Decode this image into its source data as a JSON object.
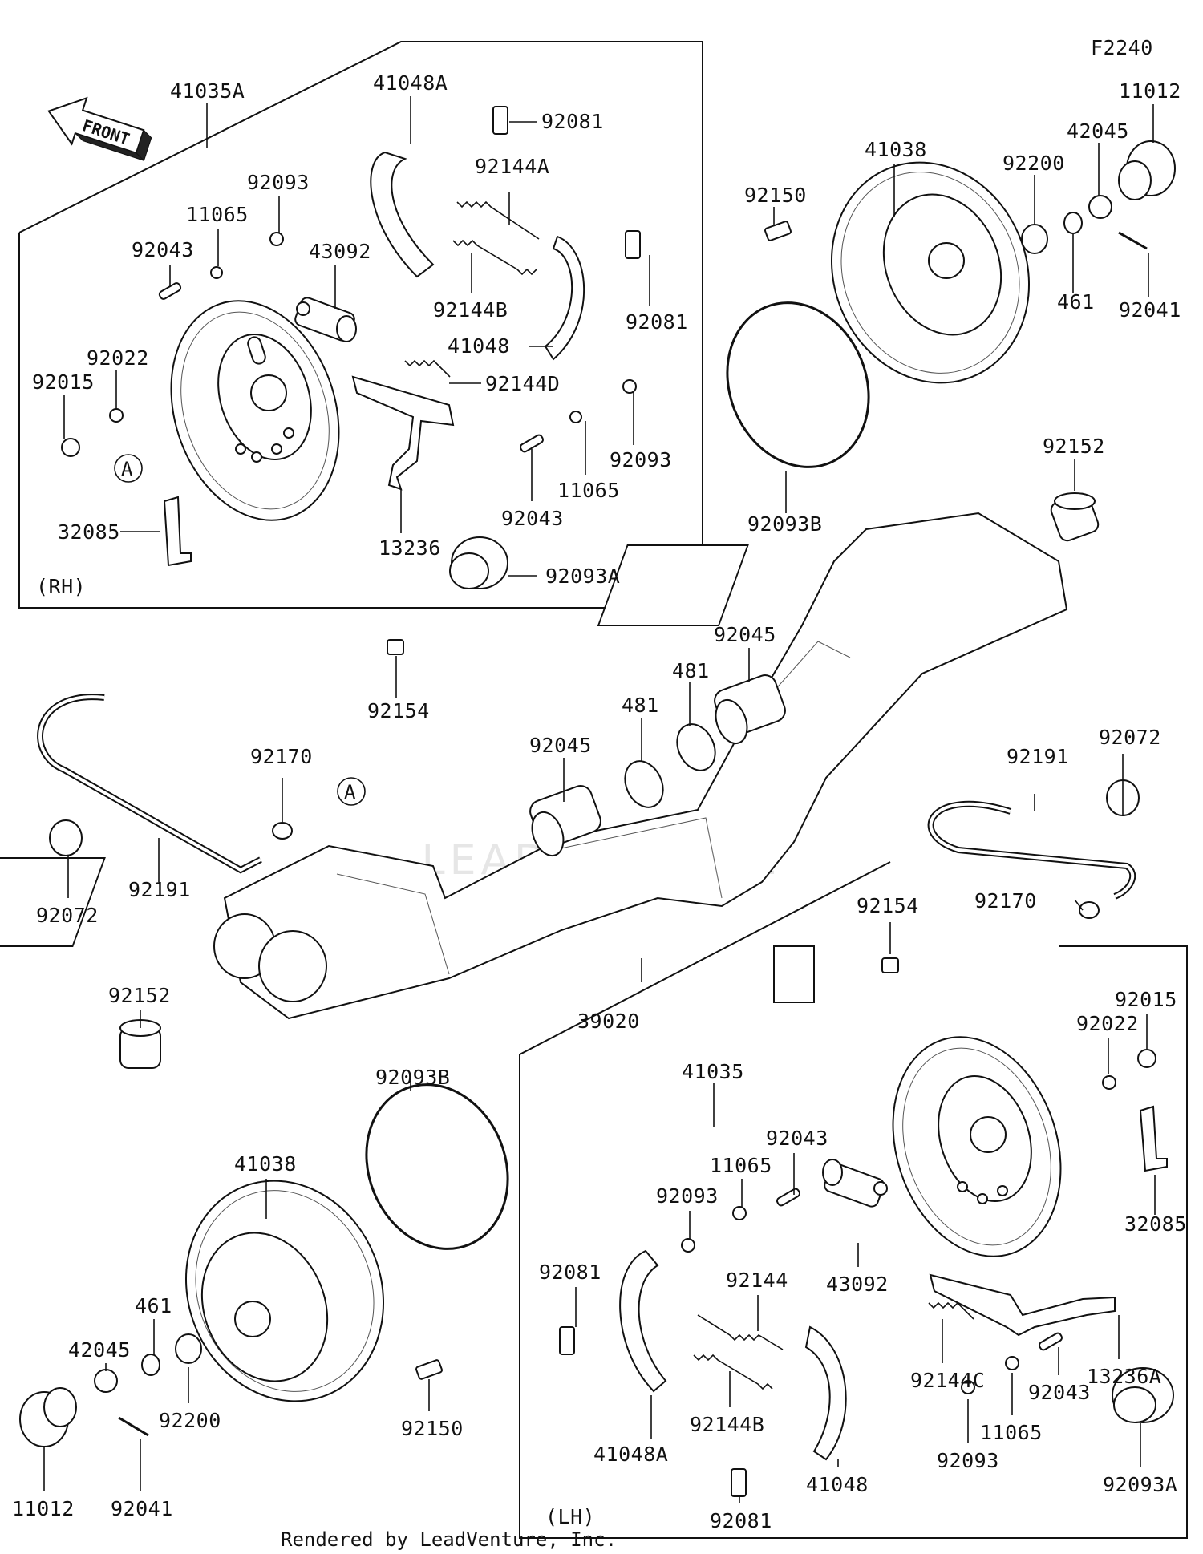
{
  "diagram_code": "F2240",
  "front_arrow_text": "FRONT",
  "section_rh": "(RH)",
  "section_lh": "(LH)",
  "footer": "Rendered by LeadVenture, Inc.",
  "watermark": "LEADVENTURE",
  "callouts": [
    {
      "id": "c1",
      "text": "41035A"
    },
    {
      "id": "c2",
      "text": "41048A"
    },
    {
      "id": "c3",
      "text": "92081"
    },
    {
      "id": "c4",
      "text": "92144A"
    },
    {
      "id": "c5",
      "text": "92093"
    },
    {
      "id": "c6",
      "text": "11065"
    },
    {
      "id": "c7",
      "text": "92043"
    },
    {
      "id": "c8",
      "text": "43092"
    },
    {
      "id": "c9",
      "text": "92144B"
    },
    {
      "id": "c10",
      "text": "92081"
    },
    {
      "id": "c11",
      "text": "41048"
    },
    {
      "id": "c12",
      "text": "92022"
    },
    {
      "id": "c13",
      "text": "92015"
    },
    {
      "id": "c14",
      "text": "92144D"
    },
    {
      "id": "c15",
      "text": "92093"
    },
    {
      "id": "c16",
      "text": "11065"
    },
    {
      "id": "c17",
      "text": "92043"
    },
    {
      "id": "c18",
      "text": "13236"
    },
    {
      "id": "c19",
      "text": "32085"
    },
    {
      "id": "c20",
      "text": "92093A"
    },
    {
      "id": "c21",
      "text": "11012"
    },
    {
      "id": "c22",
      "text": "41038"
    },
    {
      "id": "c23",
      "text": "42045"
    },
    {
      "id": "c24",
      "text": "92200"
    },
    {
      "id": "c25",
      "text": "92150"
    },
    {
      "id": "c26",
      "text": "461"
    },
    {
      "id": "c27",
      "text": "92041"
    },
    {
      "id": "c28",
      "text": "92093B"
    },
    {
      "id": "c29",
      "text": "92152"
    },
    {
      "id": "c30",
      "text": "92154"
    },
    {
      "id": "c31",
      "text": "92045"
    },
    {
      "id": "c32",
      "text": "481"
    },
    {
      "id": "c33",
      "text": "481"
    },
    {
      "id": "c34",
      "text": "92045"
    },
    {
      "id": "c35",
      "text": "92170"
    },
    {
      "id": "c36",
      "text": "92072"
    },
    {
      "id": "c37",
      "text": "92191"
    },
    {
      "id": "c38",
      "text": "92072"
    },
    {
      "id": "c39",
      "text": "92191"
    },
    {
      "id": "c40",
      "text": "92154"
    },
    {
      "id": "c41",
      "text": "92170"
    },
    {
      "id": "c42",
      "text": "92152"
    },
    {
      "id": "c43",
      "text": "39020"
    },
    {
      "id": "c44",
      "text": "41035"
    },
    {
      "id": "c45",
      "text": "92015"
    },
    {
      "id": "c46",
      "text": "92022"
    },
    {
      "id": "c47",
      "text": "92093B"
    },
    {
      "id": "c48",
      "text": "41038"
    },
    {
      "id": "c49",
      "text": "92043"
    },
    {
      "id": "c50",
      "text": "11065"
    },
    {
      "id": "c51",
      "text": "92093"
    },
    {
      "id": "c52",
      "text": "92081"
    },
    {
      "id": "c53",
      "text": "92144"
    },
    {
      "id": "c54",
      "text": "43092"
    },
    {
      "id": "c55",
      "text": "32085"
    },
    {
      "id": "c56",
      "text": "461"
    },
    {
      "id": "c57",
      "text": "42045"
    },
    {
      "id": "c58",
      "text": "92200"
    },
    {
      "id": "c59",
      "text": "92150"
    },
    {
      "id": "c60",
      "text": "41048A"
    },
    {
      "id": "c61",
      "text": "92144B"
    },
    {
      "id": "c62",
      "text": "92144C"
    },
    {
      "id": "c63",
      "text": "13236A"
    },
    {
      "id": "c64",
      "text": "92043"
    },
    {
      "id": "c65",
      "text": "11065"
    },
    {
      "id": "c66",
      "text": "92093"
    },
    {
      "id": "c67",
      "text": "41048"
    },
    {
      "id": "c68",
      "text": "92081"
    },
    {
      "id": "c69",
      "text": "92093A"
    },
    {
      "id": "c70",
      "text": "11012"
    },
    {
      "id": "c71",
      "text": "92041"
    }
  ],
  "ref_marks": [
    {
      "id": "a1",
      "text": "A"
    },
    {
      "id": "a2",
      "text": "A"
    }
  ]
}
